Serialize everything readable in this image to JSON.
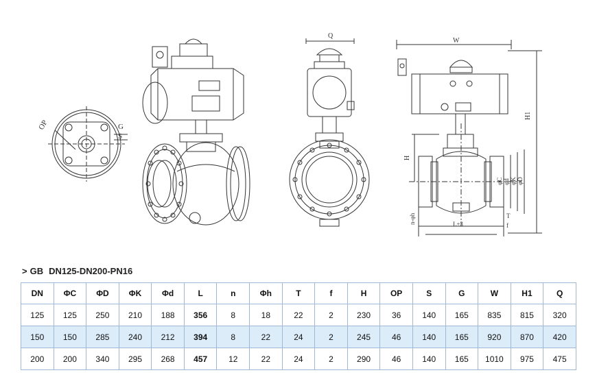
{
  "drawing_labels": {
    "op": "OP",
    "g": "G",
    "s": "S",
    "q": "Q",
    "w": "W",
    "h1": "H1",
    "h": "H",
    "phi_c": "φC",
    "phi_d": "φd",
    "phi_k": "φK",
    "phi_D": "φD",
    "n_phi_h": "n-φh",
    "l_tol": "L±3",
    "t": "T",
    "f": "f"
  },
  "spec": {
    "arrow": ">",
    "standard": "GB",
    "series": "DN125-DN200-PN16",
    "headers": [
      "DN",
      "ΦC",
      "ΦD",
      "ΦK",
      "Φd",
      "L",
      "n",
      "Φh",
      "T",
      "f",
      "H",
      "OP",
      "S",
      "G",
      "W",
      "H1",
      "Q"
    ],
    "rows": [
      [
        "125",
        "125",
        "250",
        "210",
        "188",
        "356",
        "8",
        "18",
        "22",
        "2",
        "230",
        "36",
        "140",
        "165",
        "835",
        "815",
        "320"
      ],
      [
        "150",
        "150",
        "285",
        "240",
        "212",
        "394",
        "8",
        "22",
        "24",
        "2",
        "245",
        "46",
        "140",
        "165",
        "920",
        "870",
        "420"
      ],
      [
        "200",
        "200",
        "340",
        "295",
        "268",
        "457",
        "12",
        "22",
        "24",
        "2",
        "290",
        "46",
        "140",
        "165",
        "1010",
        "975",
        "475"
      ]
    ]
  }
}
